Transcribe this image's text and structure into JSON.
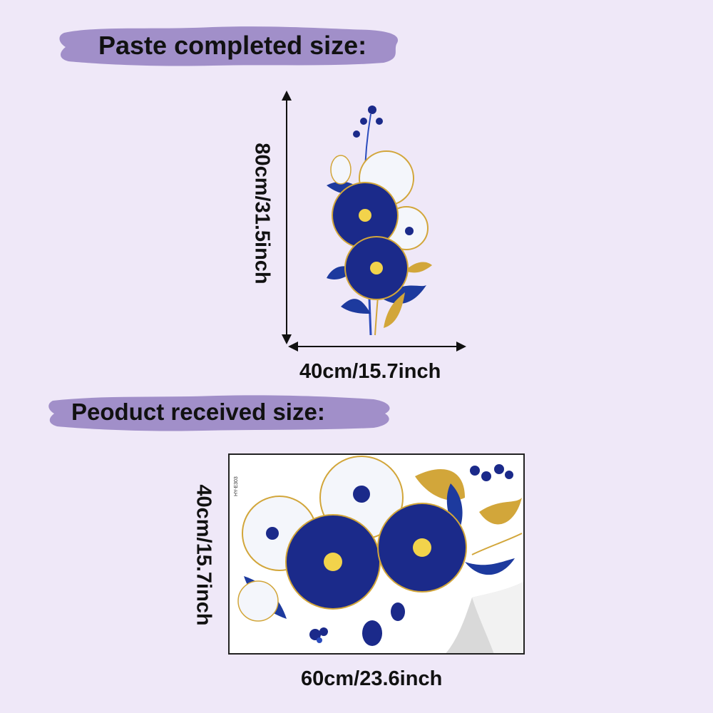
{
  "headings": {
    "paste_completed": "Paste completed size:",
    "product_received": "Peoduct received size:"
  },
  "completed": {
    "height_label": "80cm/31.5inch",
    "width_label": "40cm/15.7inch"
  },
  "received": {
    "height_label": "40cm/15.7inch",
    "width_label": "60cm/23.6inch",
    "sheet_code": "HY-E303"
  },
  "colors": {
    "background": "#efe8f8",
    "banner": "#a18fc9",
    "flower_blue": "#1b2a8a",
    "flower_white": "#f4f6fb",
    "gold": "#d2a63a"
  }
}
